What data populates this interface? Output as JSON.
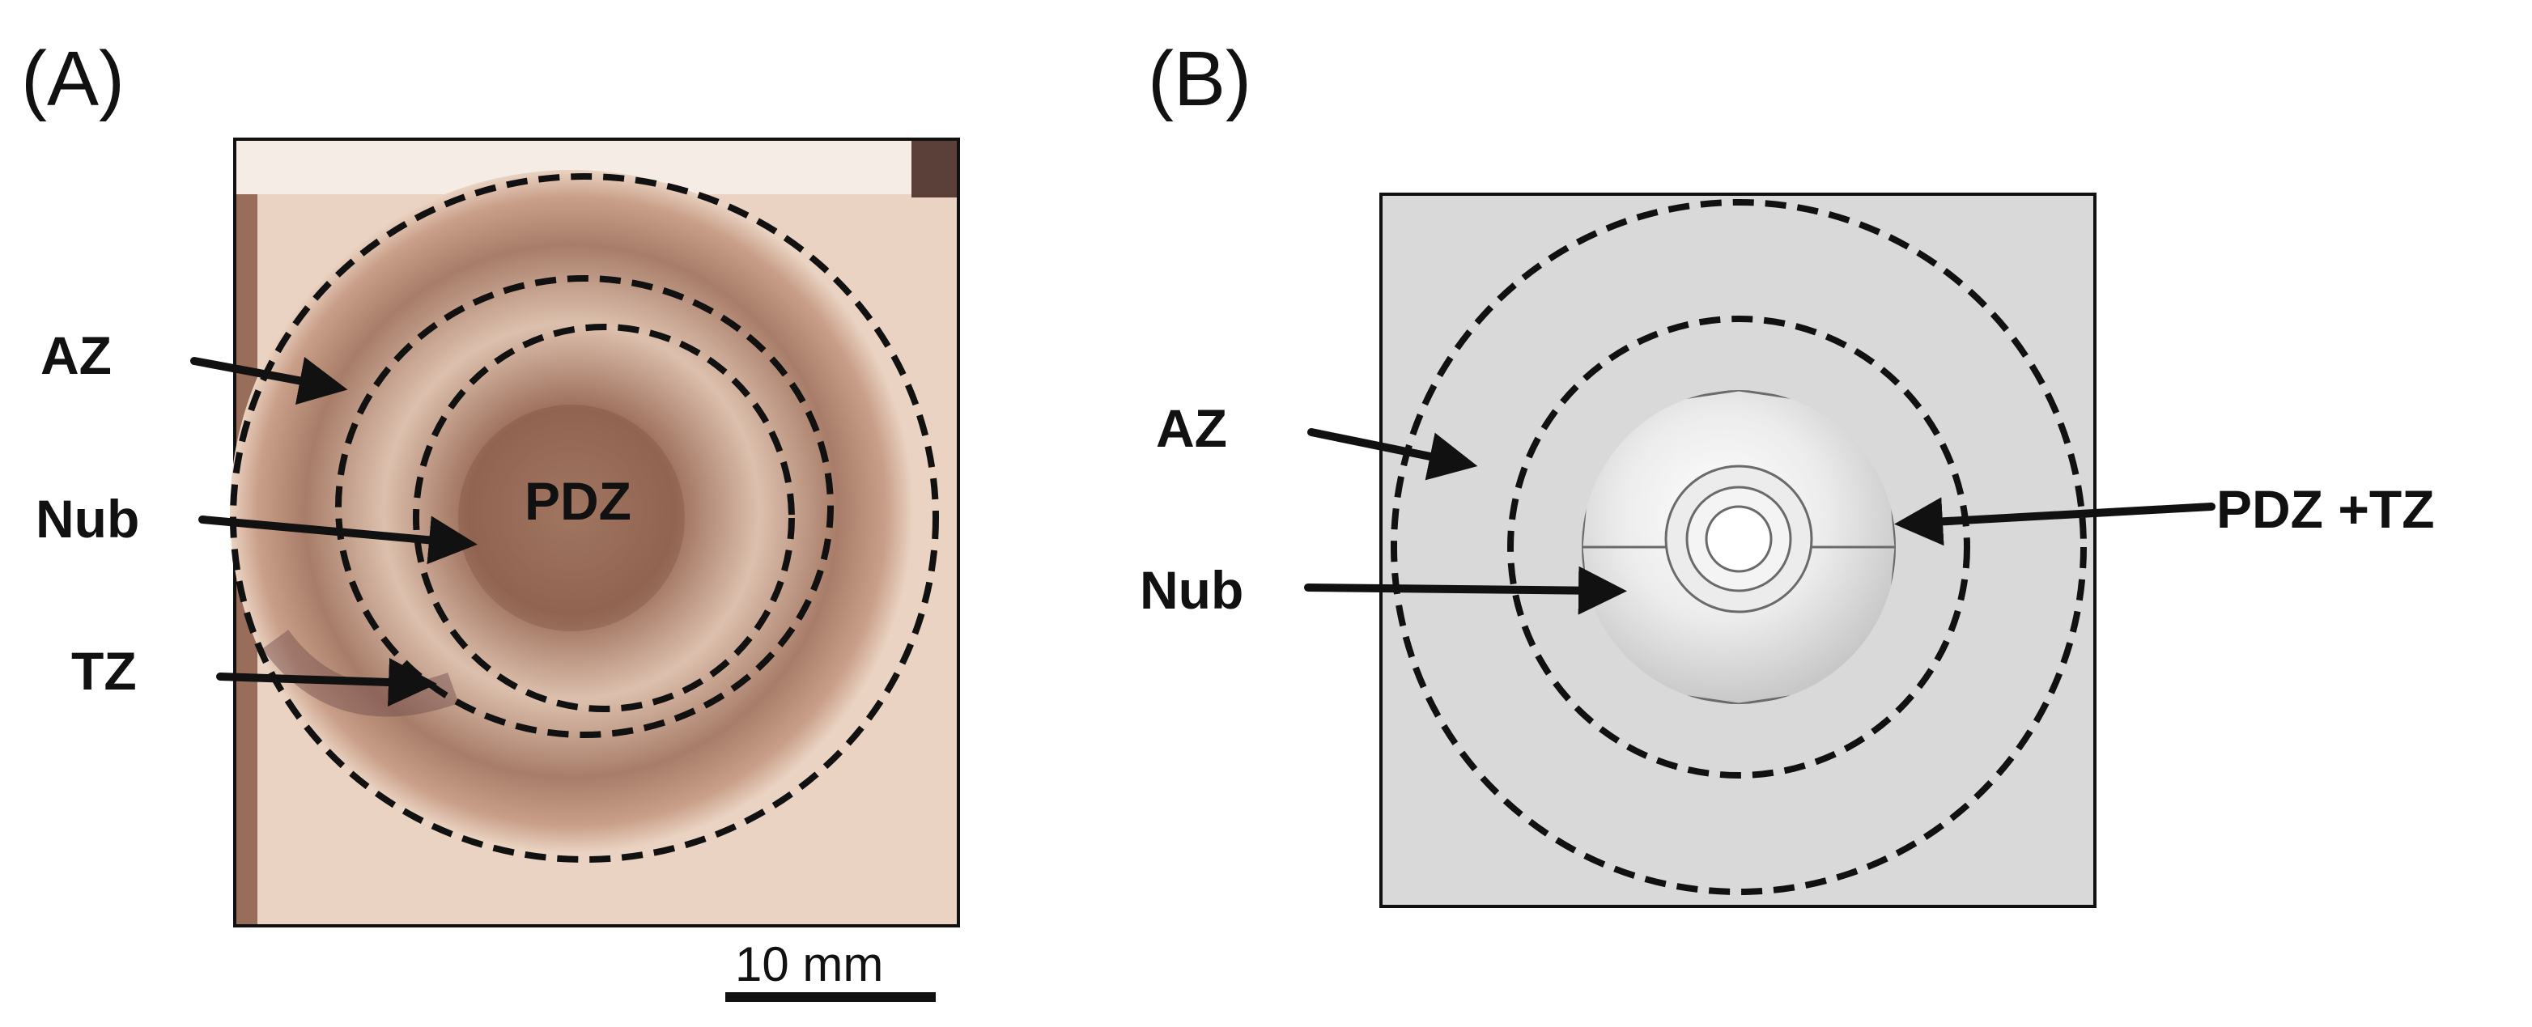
{
  "panel_a": {
    "letter": "(A)",
    "labels": {
      "az": "AZ",
      "nub": "Nub",
      "tz": "TZ",
      "pdz": "PDZ"
    },
    "scale_bar": "10 mm"
  },
  "panel_b": {
    "letter": "(B)",
    "labels": {
      "az": "AZ",
      "nub": "Nub",
      "pdz_tz": "PDZ +TZ"
    }
  },
  "colors": {
    "ink": "#111111",
    "photo_background": "#ead3c2",
    "photo_stain": "#8a5a48",
    "model_background": "#d9d9d9",
    "model_nub": "#f2f2f2"
  }
}
